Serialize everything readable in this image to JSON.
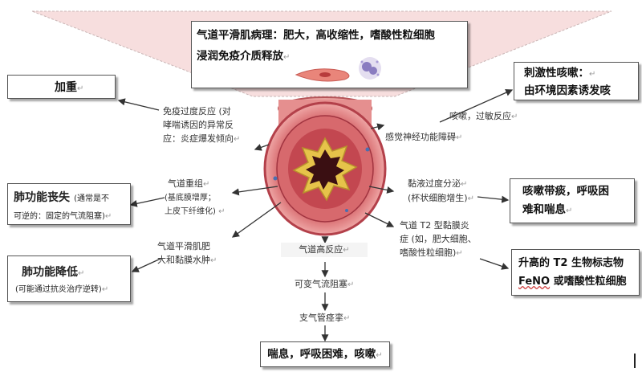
{
  "top_box": {
    "line1": "气道平滑肌病理：肥大，高收缩性，嗜酸性粒细胞",
    "line2": "浸润免疫介质释放"
  },
  "left_boxes": {
    "aggravation": "加重",
    "lung_loss_title": "肺功能丧失",
    "lung_loss_note1": "(通常是不",
    "lung_loss_note2": "可逆的：固定的气流阻塞)",
    "lung_decrease_title": "肺功能降低",
    "lung_decrease_note": "(可能通过抗炎治疗逆转)"
  },
  "right_boxes": {
    "cough_line1": "刺激性咳嗽：",
    "cough_line2": "由环境因素诱发咳",
    "phlegm_line1": "咳嗽带痰，呼吸困",
    "phlegm_line2": "难和喘息",
    "biomarker_line1": "升高的 T2 生物标志物",
    "biomarker_feno": "FeNO",
    "biomarker_rest": " 或嗜酸性粒细胞"
  },
  "labels": {
    "immune_1": "免疫过度反应 (对",
    "immune_2": "哮喘诱因的异常反",
    "immune_3": "应：炎症爆发倾向",
    "remodel_1": "气道重组",
    "remodel_2": "(基底膜增厚；",
    "remodel_3": "上皮下纤维化)",
    "smooth_1": "气道平滑肌肥",
    "smooth_2": "大和黏膜水肿",
    "cough_allergy": "咳嗽，过敏反应",
    "sensory": "感觉神经功能障碍",
    "mucus_1": "黏液过度分泌",
    "mucus_2": "(杯状细胞增生)",
    "t2_1": "气道 T2 型黏膜炎",
    "t2_2": "症 (如，肥大细胞、",
    "t2_3": "嗜酸性粒细胞)",
    "hyper": "气道高反应",
    "variable": "可变气流阻塞",
    "spasm": "支气管痉挛",
    "final": "喘息，呼吸困难，咳嗽"
  },
  "paragraph_mark": "↵",
  "colors": {
    "funnel": "#f7dede",
    "tissue_outer": "#e48a8c",
    "tissue_inner": "#c8474f",
    "mucosa": "#e6c34a",
    "lumen": "#3a0f12"
  }
}
